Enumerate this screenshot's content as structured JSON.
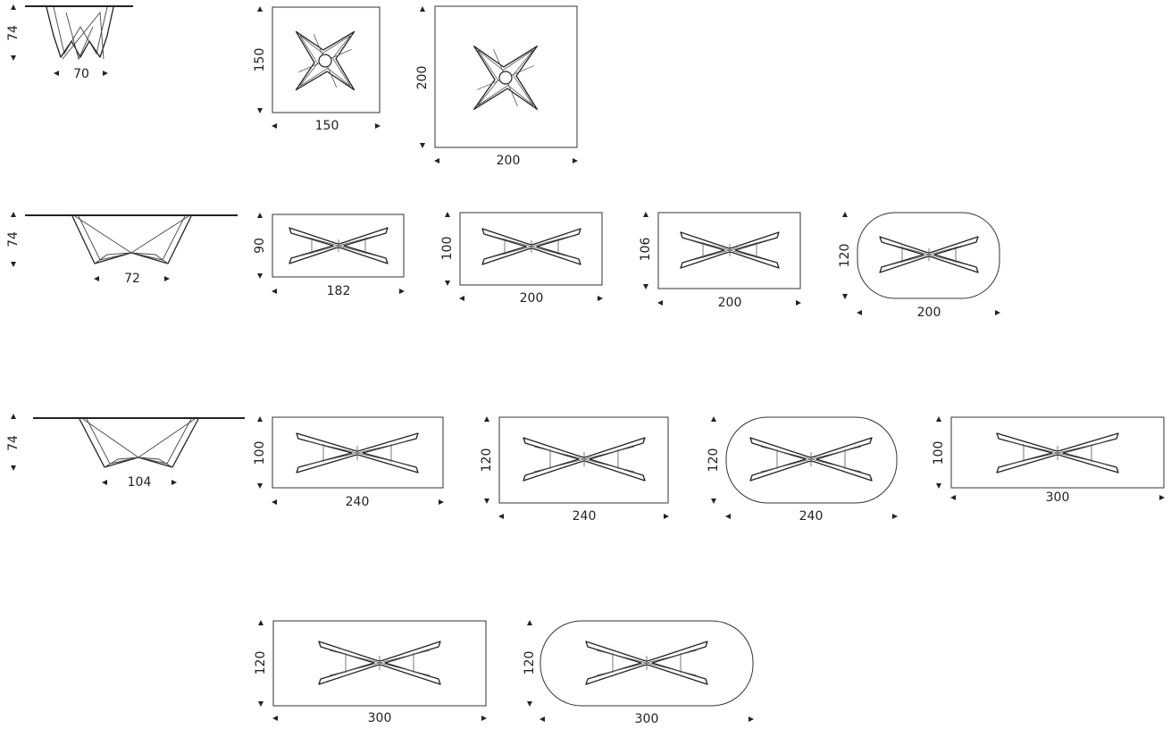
{
  "rows": [
    {
      "elevation": {
        "height": "74",
        "depth": "70"
      },
      "plans": [
        {
          "shape": "square",
          "depth": "150",
          "width": "150"
        },
        {
          "shape": "square",
          "depth": "200",
          "width": "200"
        }
      ]
    },
    {
      "elevation": {
        "height": "74",
        "depth": "72"
      },
      "plans": [
        {
          "shape": "rectangular",
          "depth": "90",
          "width": "182"
        },
        {
          "shape": "rectangular",
          "depth": "100",
          "width": "200"
        },
        {
          "shape": "rectangular",
          "depth": "106",
          "width": "200"
        },
        {
          "shape": "rounded",
          "depth": "120",
          "width": "200"
        }
      ]
    },
    {
      "elevation": {
        "height": "74",
        "depth": "104"
      },
      "plans": [
        {
          "shape": "rectangular",
          "depth": "100",
          "width": "240"
        },
        {
          "shape": "rectangular",
          "depth": "120",
          "width": "240"
        },
        {
          "shape": "rounded",
          "depth": "120",
          "width": "240"
        },
        {
          "shape": "rectangular",
          "depth": "100",
          "width": "300"
        }
      ]
    },
    {
      "plans": [
        {
          "shape": "rectangular",
          "depth": "120",
          "width": "300"
        },
        {
          "shape": "rounded",
          "depth": "120",
          "width": "300"
        }
      ]
    }
  ]
}
